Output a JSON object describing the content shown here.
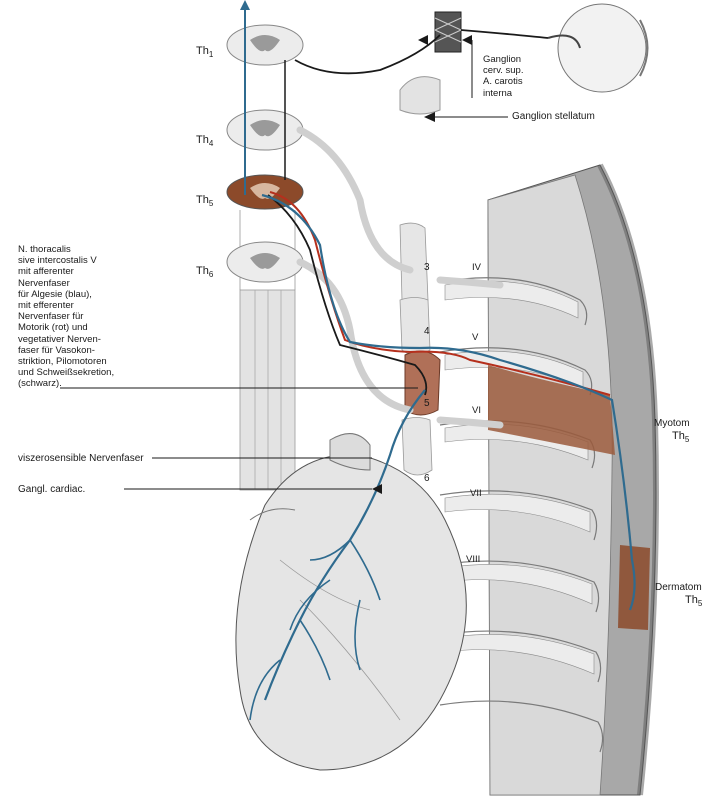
{
  "segments": [
    {
      "prefix": "Th",
      "sub": "1"
    },
    {
      "prefix": "Th",
      "sub": "4"
    },
    {
      "prefix": "Th",
      "sub": "5"
    },
    {
      "prefix": "Th",
      "sub": "6"
    }
  ],
  "ganglion_label": "Ganglion\ncerv. sup.\nA. carotis\ninterna",
  "stellatum_label": "Ganglion stellatum",
  "nerve_label": "N. thoracalis\nsive intercostalis V\nmit afferenter\nNervenfaser\nfür Algesie (blau),\nmit efferenter\nNervenfaser für\nMotorik (rot) und\nvegetativer Nerven-\nfaser für Vasokon-\nstriktion, Pilomotoren\nund Schweißsekretion,\n(schwarz).",
  "visceral_label": "viszerosensible Nervenfaser",
  "cardiac_label": "Gangl. cardiac.",
  "ganglion_numbers": [
    "3",
    "4",
    "5",
    "6"
  ],
  "rib_numerals": [
    "IV",
    "V",
    "VI",
    "VII",
    "VIII"
  ],
  "myotom": {
    "name": "Myotom",
    "prefix": "Th",
    "sub": "5"
  },
  "dermatom": {
    "name": "Dermatom",
    "prefix": "Th",
    "sub": "5"
  },
  "colors": {
    "afferent_blue": "#2f6b8f",
    "efferent_red": "#b5301d",
    "vegetative_black": "#1a1a1a",
    "myotome_brown": "#9b5a3c",
    "dermatome_brown": "#8c4a2a"
  }
}
